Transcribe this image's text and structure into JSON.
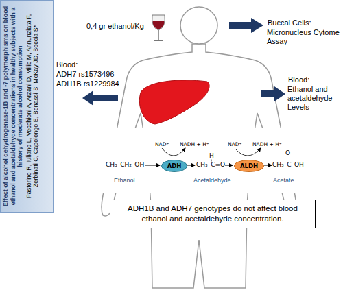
{
  "diagram": {
    "nodes": [
      {
        "text": [
          "Effect of alcohol dehydrogenase-1B and -7 polymorphisms on blood ethanol and acetaldehyde concentrations in healthy subjects with a history of moderate alcohol consumption",
          "Pastorino R, Iuliano L, Vecchioni A, Arzani D, Milic M, Annunziata F, Zerbinati C, Capolongo E, Bonassi S, McKay JD, Boccia S*"
        ]
      },
      {
        "text": []
      },
      {
        "text": [
          "ADH"
        ],
        "in": 1
      },
      {
        "text": [
          "ALDH"
        ],
        "in": 1
      },
      {
        "text": [
          "ADH1B and ADH7 genotypes do not affect blood ethanol and acetaldehyde concentration."
        ]
      }
    ],
    "labels": [
      "0,4 gr ethanol/Kg",
      "Buccal Cells:",
      "Micronucleus Cytome Assay",
      "Blood:",
      "ADH7 rs1573496",
      "ADH1B rs1229984",
      "Blood:",
      "Ethanol and acetaldehyde Levels",
      "NAD⁺",
      "NADH + H⁺",
      "NAD⁺",
      "NADH + H⁺",
      "CH₃–CH₂–OH",
      "H",
      "CH₃–C=O",
      "O",
      "CH₃–C–OH",
      "Ethanol",
      "Acetaldehyde",
      "Acetate"
    ]
  }
}
